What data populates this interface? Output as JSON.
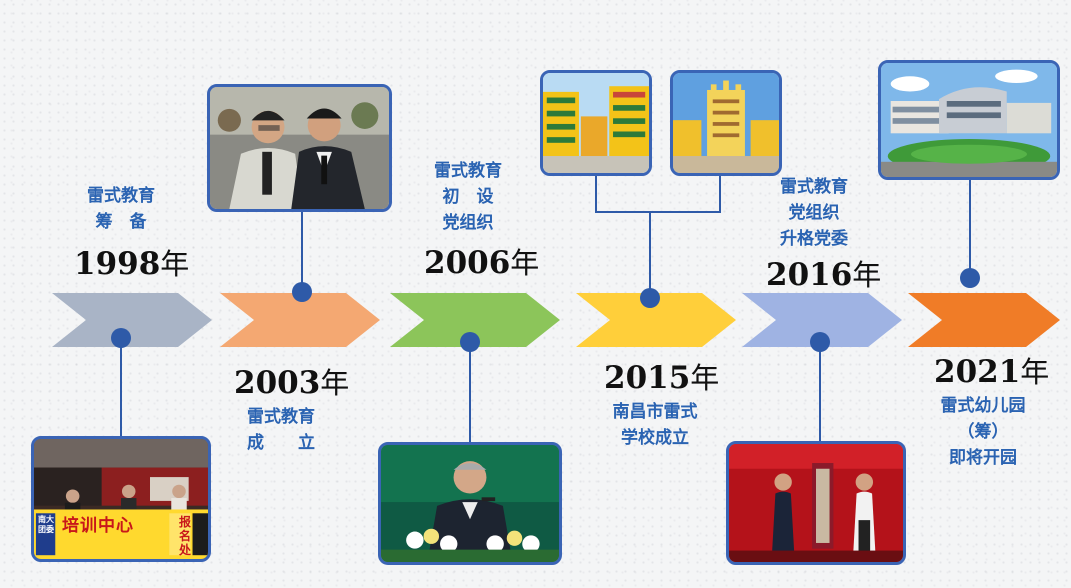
{
  "timeline": [
    {
      "id": "1998",
      "year": "1998",
      "suffix": "年",
      "caption": [
        "雷式教育",
        "筹　备"
      ],
      "arrow_color": "#a9b4c6"
    },
    {
      "id": "2003",
      "year": "2003",
      "suffix": "年",
      "caption": [
        "雷式教育",
        "成　　立"
      ],
      "arrow_color": "#f4a872"
    },
    {
      "id": "2006",
      "year": "2006",
      "suffix": "年",
      "caption": [
        "雷式教育",
        "初　设",
        "党组织"
      ],
      "arrow_color": "#8cc55a"
    },
    {
      "id": "2015",
      "year": "2015",
      "suffix": "年",
      "caption": [
        "南昌市雷式",
        "学校成立"
      ],
      "arrow_color": "#ffcf3a"
    },
    {
      "id": "2016",
      "year": "2016",
      "suffix": "年",
      "caption": [
        "雷式教育",
        "党组织",
        "升格党委"
      ],
      "arrow_color": "#9fb3e3"
    },
    {
      "id": "2021",
      "year": "2021",
      "suffix": "年",
      "caption": [
        "雷式幼儿园",
        "（筹）",
        "即将开园"
      ],
      "arrow_color": "#f07c27"
    }
  ],
  "photo_sign": {
    "left_text": "南大团委",
    "main_text": "培训中心",
    "right_text": "报名处"
  },
  "colors": {
    "caption": "#2a63b2",
    "connector": "#2e5aa8",
    "frame": "#3a64b5"
  }
}
